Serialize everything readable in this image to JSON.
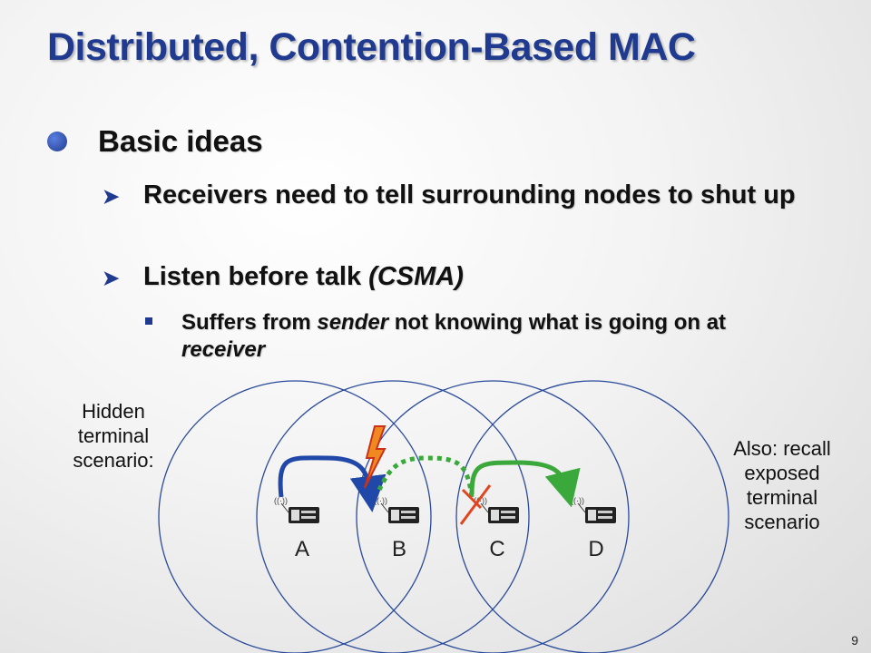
{
  "title": "Distributed, Contention-Based MAC",
  "bullets": {
    "l1": "Basic ideas",
    "l2a": "Receivers need to tell surrounding nodes to shut up",
    "l2b_main": "Listen before talk ",
    "l2b_em": "(CSMA)",
    "l3_pre": "Suffers from ",
    "l3_em1": "sender",
    "l3_mid": " not knowing what is going on at ",
    "l3_em2": "receiver"
  },
  "left_note": [
    "Hidden",
    "terminal",
    "scenario:"
  ],
  "right_note": [
    "Also: recall",
    "exposed",
    "terminal",
    "scenario"
  ],
  "nodes": [
    "A",
    "B",
    "C",
    "D"
  ],
  "page_number": "9",
  "colors": {
    "title": "#1f3a8f",
    "circle": "#2a4a9a",
    "arrow_ab": "#1f48a8",
    "arrow_cd": "#3aa83a",
    "blocked_cross": "#e0451f",
    "lightning": "#e0451f"
  }
}
